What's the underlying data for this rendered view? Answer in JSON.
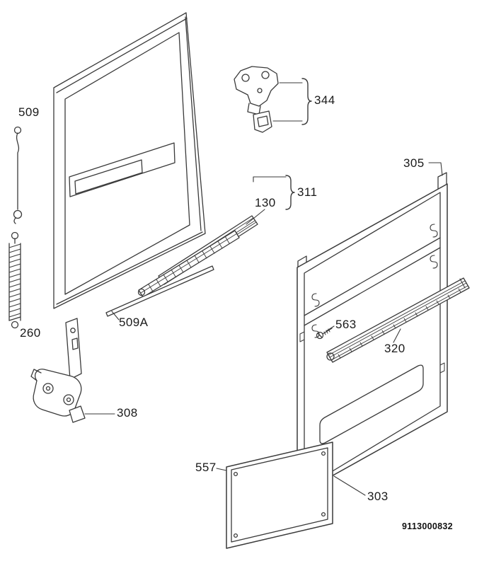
{
  "diagram": {
    "type": "exploded-parts-view",
    "doc_number": "9113000832",
    "colors": {
      "background": "#ffffff",
      "line": "#3a3a3a",
      "text": "#1a1a1a"
    },
    "parts": {
      "tension_rod": {
        "label": "509"
      },
      "spring": {
        "label": "260"
      },
      "door_lock": {
        "label": "344"
      },
      "strip_group": {
        "label": "311"
      },
      "seal_strip": {
        "label": "130"
      },
      "bottom_strip": {
        "label": "509A"
      },
      "hinge": {
        "label": "308"
      },
      "outer_door": {
        "label": "305"
      },
      "screw": {
        "label": "563"
      },
      "trim_strip": {
        "label": "320"
      },
      "service_panel": {
        "label": "557"
      },
      "base_trim": {
        "label": "303"
      }
    }
  }
}
